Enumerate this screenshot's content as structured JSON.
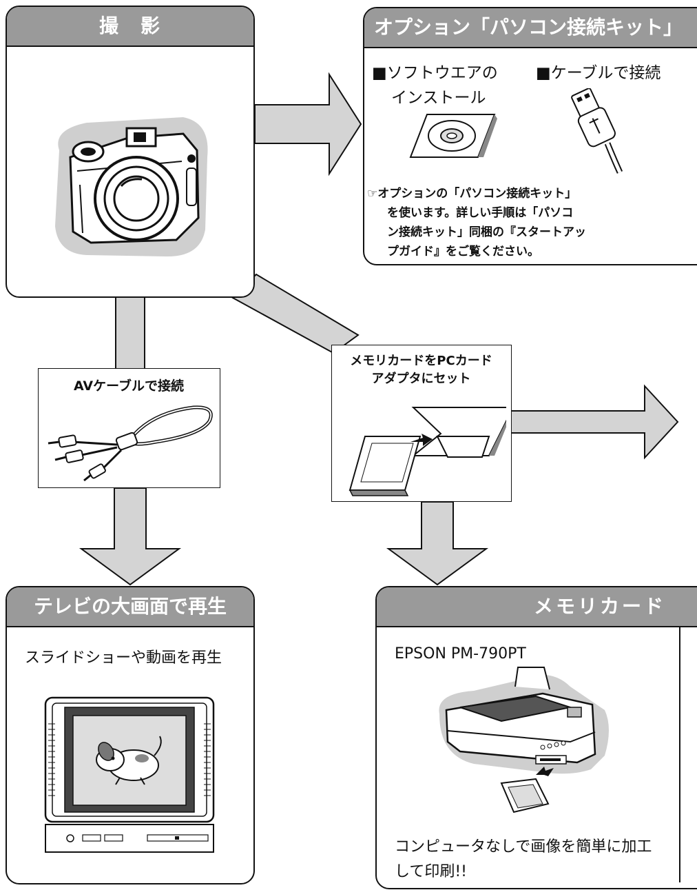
{
  "shoot": {
    "title": "撮　影"
  },
  "pc_kit": {
    "title": "オプション「パソコン接続キット」",
    "software_label_1": "■ソフトウエアの",
    "software_label_2": "インストール",
    "cable_label": "■ケーブルで接続",
    "note_lines": [
      "☞オプションの「パソコン接続キット」",
      "を使います。詳しい手順は「パソコ",
      "ン接続キット」同梱の『スタートアッ",
      "プガイド』をご覧ください。"
    ]
  },
  "av_cable": {
    "label": "AVケーブルで接続"
  },
  "pc_card": {
    "label_1": "メモリカードをPCカード",
    "label_2": "アダプタにセット"
  },
  "tv": {
    "title": "テレビの大画面で再生",
    "subtitle": "スライドショーや動画を再生"
  },
  "memcard": {
    "title": "メモリカード",
    "printer_model": "EPSON PM-790PT",
    "desc_1": "コンピュータなしで画像を簡単に加工",
    "desc_2": "して印刷!!"
  }
}
